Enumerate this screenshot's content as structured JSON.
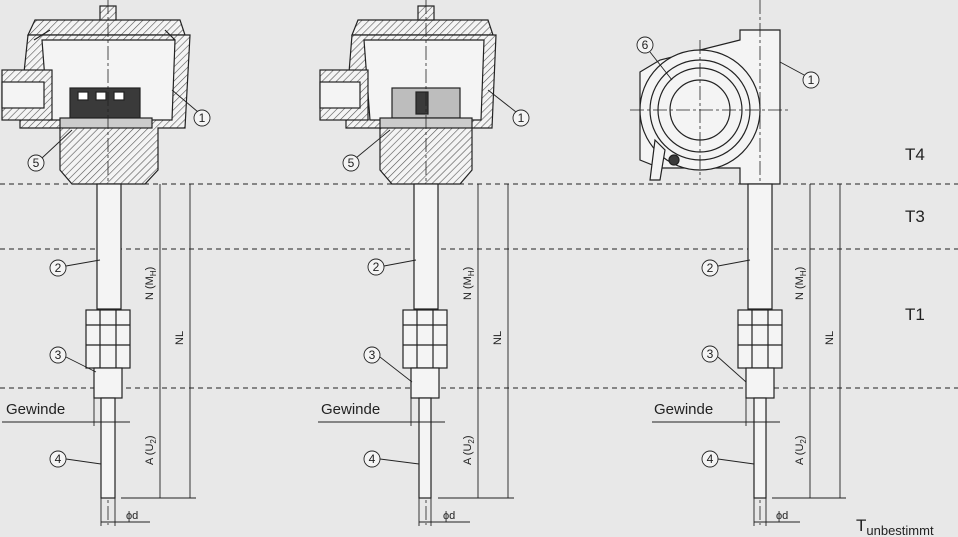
{
  "zones": {
    "t4": "T4",
    "t3": "T3",
    "t1": "T1",
    "t_prefix": "T",
    "t_subscript": "unbestimmt"
  },
  "labels": {
    "gewinde": "Gewinde",
    "n_mh": "N (M",
    "n_mh_sub": "H",
    "n_mh_close": ")",
    "nl": "NL",
    "a_u2": "A (U",
    "a_u2_sub": "2",
    "a_u2_close": ")",
    "phi_d": "ϕd"
  },
  "callouts": {
    "c1": "1",
    "c2": "2",
    "c3": "3",
    "c4": "4",
    "c5": "5",
    "c6": "6"
  },
  "colors": {
    "background": "#e8e8e8",
    "line": "#222222",
    "hatch": "#555555",
    "housing_fill": "#f4f4f4",
    "dark_part": "#3a3a3a"
  }
}
